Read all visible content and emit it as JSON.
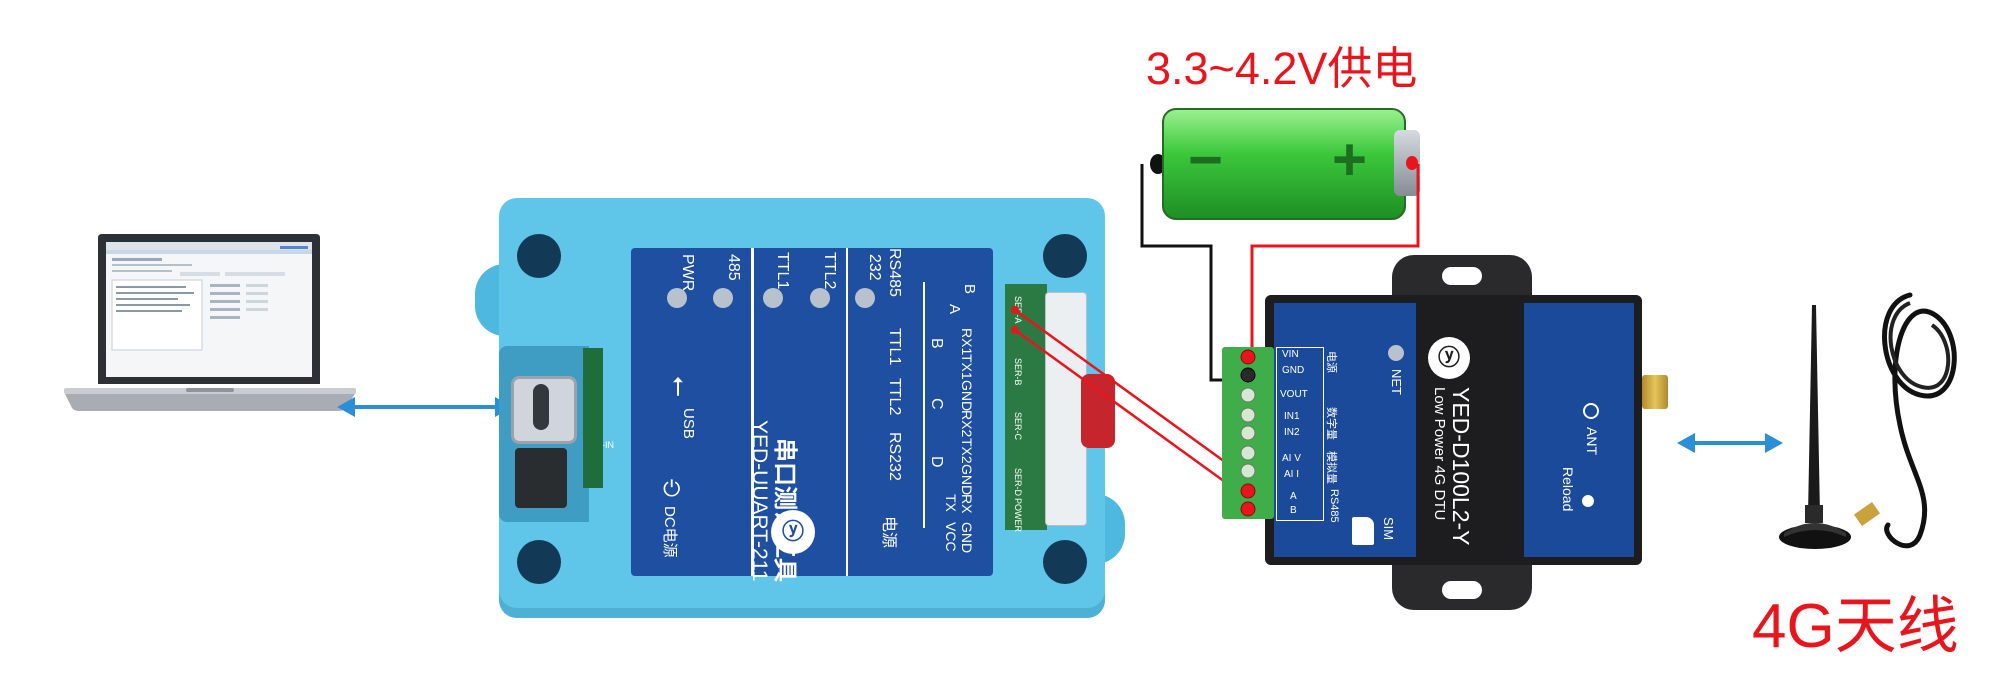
{
  "annotations": {
    "battery_voltage": "3.3~4.2V供电",
    "antenna_label": "4G天线"
  },
  "battery": {
    "minus": "−",
    "plus": "+"
  },
  "uart_tool": {
    "name_cn": "串口测试工具",
    "model": "YED-UUART-211",
    "usb_label": "USB",
    "dc_label": "DC电源",
    "dc_in": "DC-IN",
    "indicators": [
      "PWR",
      "485",
      "TTL1",
      "TTL2",
      "232"
    ],
    "top_groups": [
      "RS232",
      "TTL2",
      "TTL1",
      "RS485"
    ],
    "power_label": "电源",
    "pins": [
      "A",
      "B",
      "RX1",
      "TX1",
      "GND",
      "RX2",
      "TX2",
      "GND",
      "RX",
      "TX",
      "GND",
      "VCC"
    ],
    "pins_letters": [
      "B",
      "C",
      "D"
    ],
    "terminal_labels": [
      "SER-A",
      "SER-B",
      "SER-C",
      "SER-D",
      "POWER"
    ]
  },
  "dtu": {
    "model": "YED-D100L2-Y",
    "subtitle": "Low Power 4G DTU",
    "net": "NET",
    "ant": "ANT",
    "reload": "Reload",
    "sim": "SIM",
    "pins": [
      "VIN",
      "GND",
      "VOUT",
      "IN1",
      "IN2",
      "AI V",
      "AI I",
      "A",
      "B"
    ],
    "group_labels": [
      "电源",
      "数字量",
      "模拟量",
      "RS485"
    ]
  },
  "colors": {
    "red_text": "#e8161c",
    "arrow": "#2b8fd8",
    "case_blue": "#5fc6ea",
    "panel_blue": "#1e4fa0",
    "dtu_dark": "#1d1d1f",
    "dtu_blue": "#1b4a9a",
    "battery_green": "#3cc83c",
    "terminal_green": "#3fae4a"
  }
}
